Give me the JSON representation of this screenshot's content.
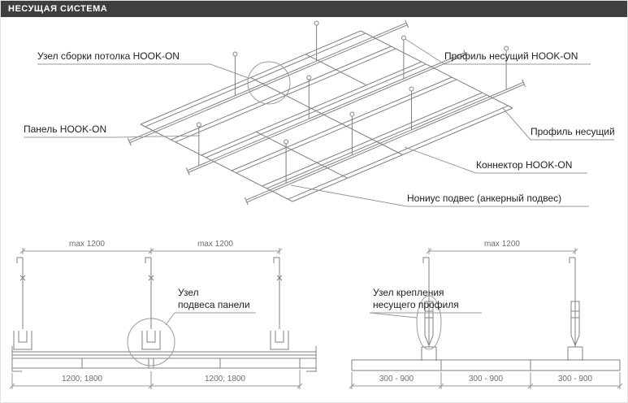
{
  "header": {
    "title": "НЕСУЩАЯ СИСТЕМА"
  },
  "colors": {
    "header_bg": "#3f3f3f",
    "header_fg": "#ffffff",
    "line": "#808080",
    "leader": "#9a9a9a",
    "label_text": "#1f1f1f",
    "dim_text": "#6e6e6e"
  },
  "iso": {
    "labels": {
      "assembly_node": "Узел сборки потолка HOOK-ON",
      "carrier_profile_hookon": "Профиль несущий HOOK-ON",
      "panel_hookon": "Панель HOOK-ON",
      "carrier_profile": "Профиль несущий",
      "connector_hookon": "Коннектор HOOK-ON",
      "nonius_hanger": "Нониус подвес (анкерный подвес)"
    }
  },
  "left_section": {
    "dims_top": [
      "max 1200",
      "max 1200"
    ],
    "label_line1": "Узел",
    "label_line2": "подвеса панели",
    "dims_bottom": [
      "1200; 1800",
      "1200; 1800"
    ]
  },
  "right_section": {
    "dims_top": [
      "max 1200"
    ],
    "label_line1": "Узел крепления",
    "label_line2": "несущего профиля",
    "dims_bottom": [
      "300 - 900",
      "300 - 900",
      "300 - 900"
    ]
  }
}
